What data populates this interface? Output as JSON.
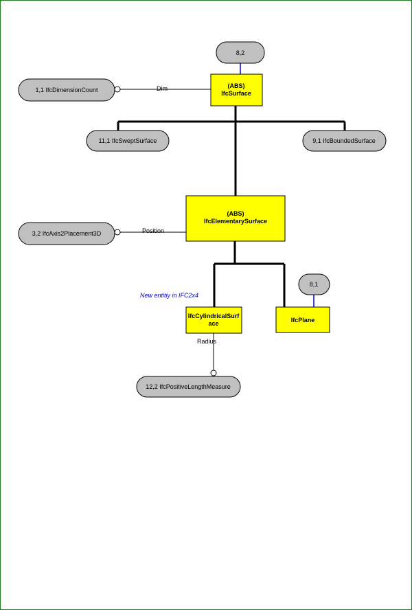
{
  "pills": {
    "surface_ref": "8,2",
    "dimension_count": "1,1 IfcDimensionCount",
    "swept_surface": "11,1 IfcSweptSurface",
    "bounded_surface": "9,1 IfcBoundedSurface",
    "axis2placement": "3,2 IfcAxis2Placement3D",
    "plane_ref": "8,1",
    "positive_length": "12,2 IfcPositiveLengthMeasure"
  },
  "boxes": {
    "surface_abs": "(ABS)",
    "surface_name": "IfcSurface",
    "elementary_abs": "(ABS)",
    "elementary_name": "IfcElementarySurface",
    "cylindrical_line1": "IfcCylindricalSurf",
    "cylindrical_line2": "ace",
    "plane_name": "IfcPlane"
  },
  "relations": {
    "dim": "Dim",
    "position": "Position",
    "radius": "Radius"
  },
  "note": {
    "text": "New entitiy in IFC2x4",
    "color": "#0000cc"
  },
  "colors": {
    "entity_fill": "#ffff00",
    "pill_fill": "#c0c0c0",
    "frame": "#1a7f1a"
  }
}
